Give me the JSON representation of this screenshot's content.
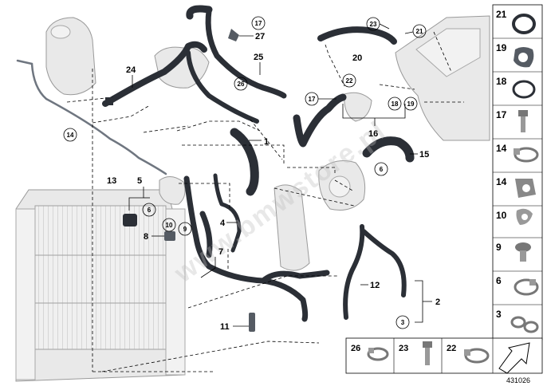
{
  "callouts": {
    "c1": "1",
    "c2": "2",
    "c3": "3",
    "c4": "4",
    "c5": "5",
    "c6a": "6",
    "c6b": "6",
    "c7": "7",
    "c8": "8",
    "c9": "9",
    "c10": "10",
    "c11": "11",
    "c12": "12",
    "c13": "13",
    "c14": "14",
    "c15": "15",
    "c16": "16",
    "c17a": "17",
    "c17b": "17",
    "c18": "18",
    "c19": "19",
    "c20": "20",
    "c21": "21",
    "c22": "22",
    "c23": "23",
    "c24": "24",
    "c25": "25",
    "c26": "26",
    "c27": "27"
  },
  "sidebar": {
    "items": [
      {
        "label": "21",
        "icon": "sealing-ring-icon"
      },
      {
        "label": "19",
        "icon": "flange-gasket-icon"
      },
      {
        "label": "18",
        "icon": "o-ring-icon"
      },
      {
        "label": "17",
        "icon": "hex-bolt-icon"
      },
      {
        "label": "14",
        "icon": "hose-clamp-icon"
      },
      {
        "label": "14",
        "icon": "clip-icon"
      },
      {
        "label": "10",
        "icon": "spring-clip-icon"
      },
      {
        "label": "9",
        "icon": "expanding-rivet-icon"
      },
      {
        "label": "6",
        "icon": "hose-clamp-icon"
      },
      {
        "label": "3",
        "icon": "double-clamp-icon"
      }
    ]
  },
  "footer": {
    "items": [
      {
        "label": "26",
        "icon": "hose-clamp-icon"
      },
      {
        "label": "23",
        "icon": "hex-bolt-icon"
      },
      {
        "label": "22",
        "icon": "hose-clamp-icon"
      }
    ],
    "arrow_icon": "arrow-icon"
  },
  "doc_number": "431026",
  "watermark": "www.bmwstore.pl"
}
